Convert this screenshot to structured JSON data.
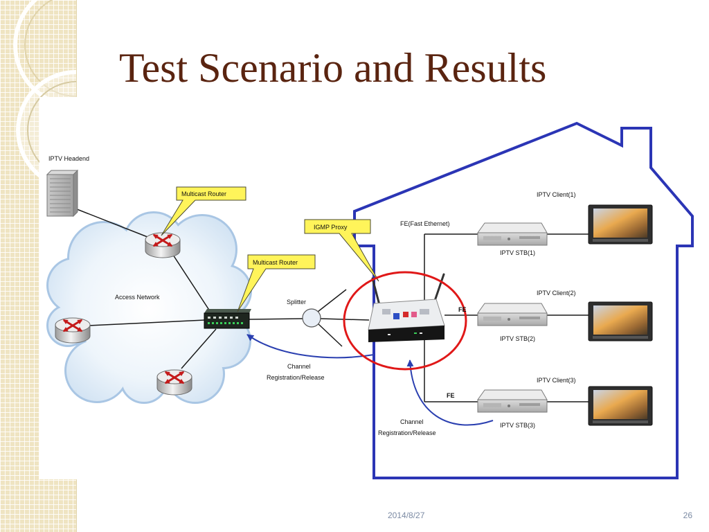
{
  "slide": {
    "title": "Test Scenario and Results",
    "date": "2014/8/27",
    "page_number": "26"
  },
  "diagram": {
    "headend": {
      "label": "IPTV Headend"
    },
    "access_network": {
      "label": "Access Network"
    },
    "callouts": {
      "core_router": "Multicast Router",
      "edge_router": "Multicast Router",
      "igmp_proxy": "IGMP Proxy"
    },
    "splitter": {
      "label": "Splitter"
    },
    "links": {
      "stb1": "FE(Fast Ethernet)",
      "stb2": "FE",
      "stb3": "FE"
    },
    "channel_signal_to_router": {
      "line1": "Channel",
      "line2": "Registration/Release"
    },
    "channel_signal_to_proxy": {
      "line1": "Channel",
      "line2": "Registration/Release"
    },
    "clients": [
      {
        "client": "IPTV Client(1)",
        "stb": "IPTV STB(1)"
      },
      {
        "client": "IPTV Client(2)",
        "stb": "IPTV STB(2)"
      },
      {
        "client": "IPTV Client(3)",
        "stb": "IPTV STB(3)"
      }
    ]
  },
  "icons": {
    "headend": "server-icon",
    "routers": "router-icon",
    "edge_router": "switch-icon",
    "splitter": "splitter-icon",
    "igmp_proxy": "wireless-router-icon",
    "set_top_box": "set-top-box-icon",
    "client": "tv-icon"
  },
  "colors": {
    "title": "#5a2410",
    "house_outline": "#2b35b5",
    "highlight_circle": "#e01818",
    "callout_fill": "#fff45a",
    "signal_arrow": "#2a3fb0",
    "footer_text": "#7b8aa3",
    "side_strip": "#efe4c2"
  }
}
